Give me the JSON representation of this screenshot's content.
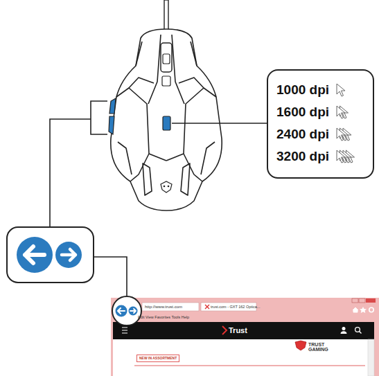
{
  "diagram": {
    "nodes": [
      {
        "text": [
          "1000 dpi",
          "1600 dpi",
          "2400 dpi",
          "3200 dpi"
        ]
      },
      {
        "text": [
          "NEW IN ASSORTMENT"
        ]
      }
    ],
    "labels": [
      "http://www.trust.com",
      "trust.com - GXT 162 Optica...",
      "Edit View Favorites Tools Help",
      "Trust",
      "TRUST GAMING"
    ]
  }
}
